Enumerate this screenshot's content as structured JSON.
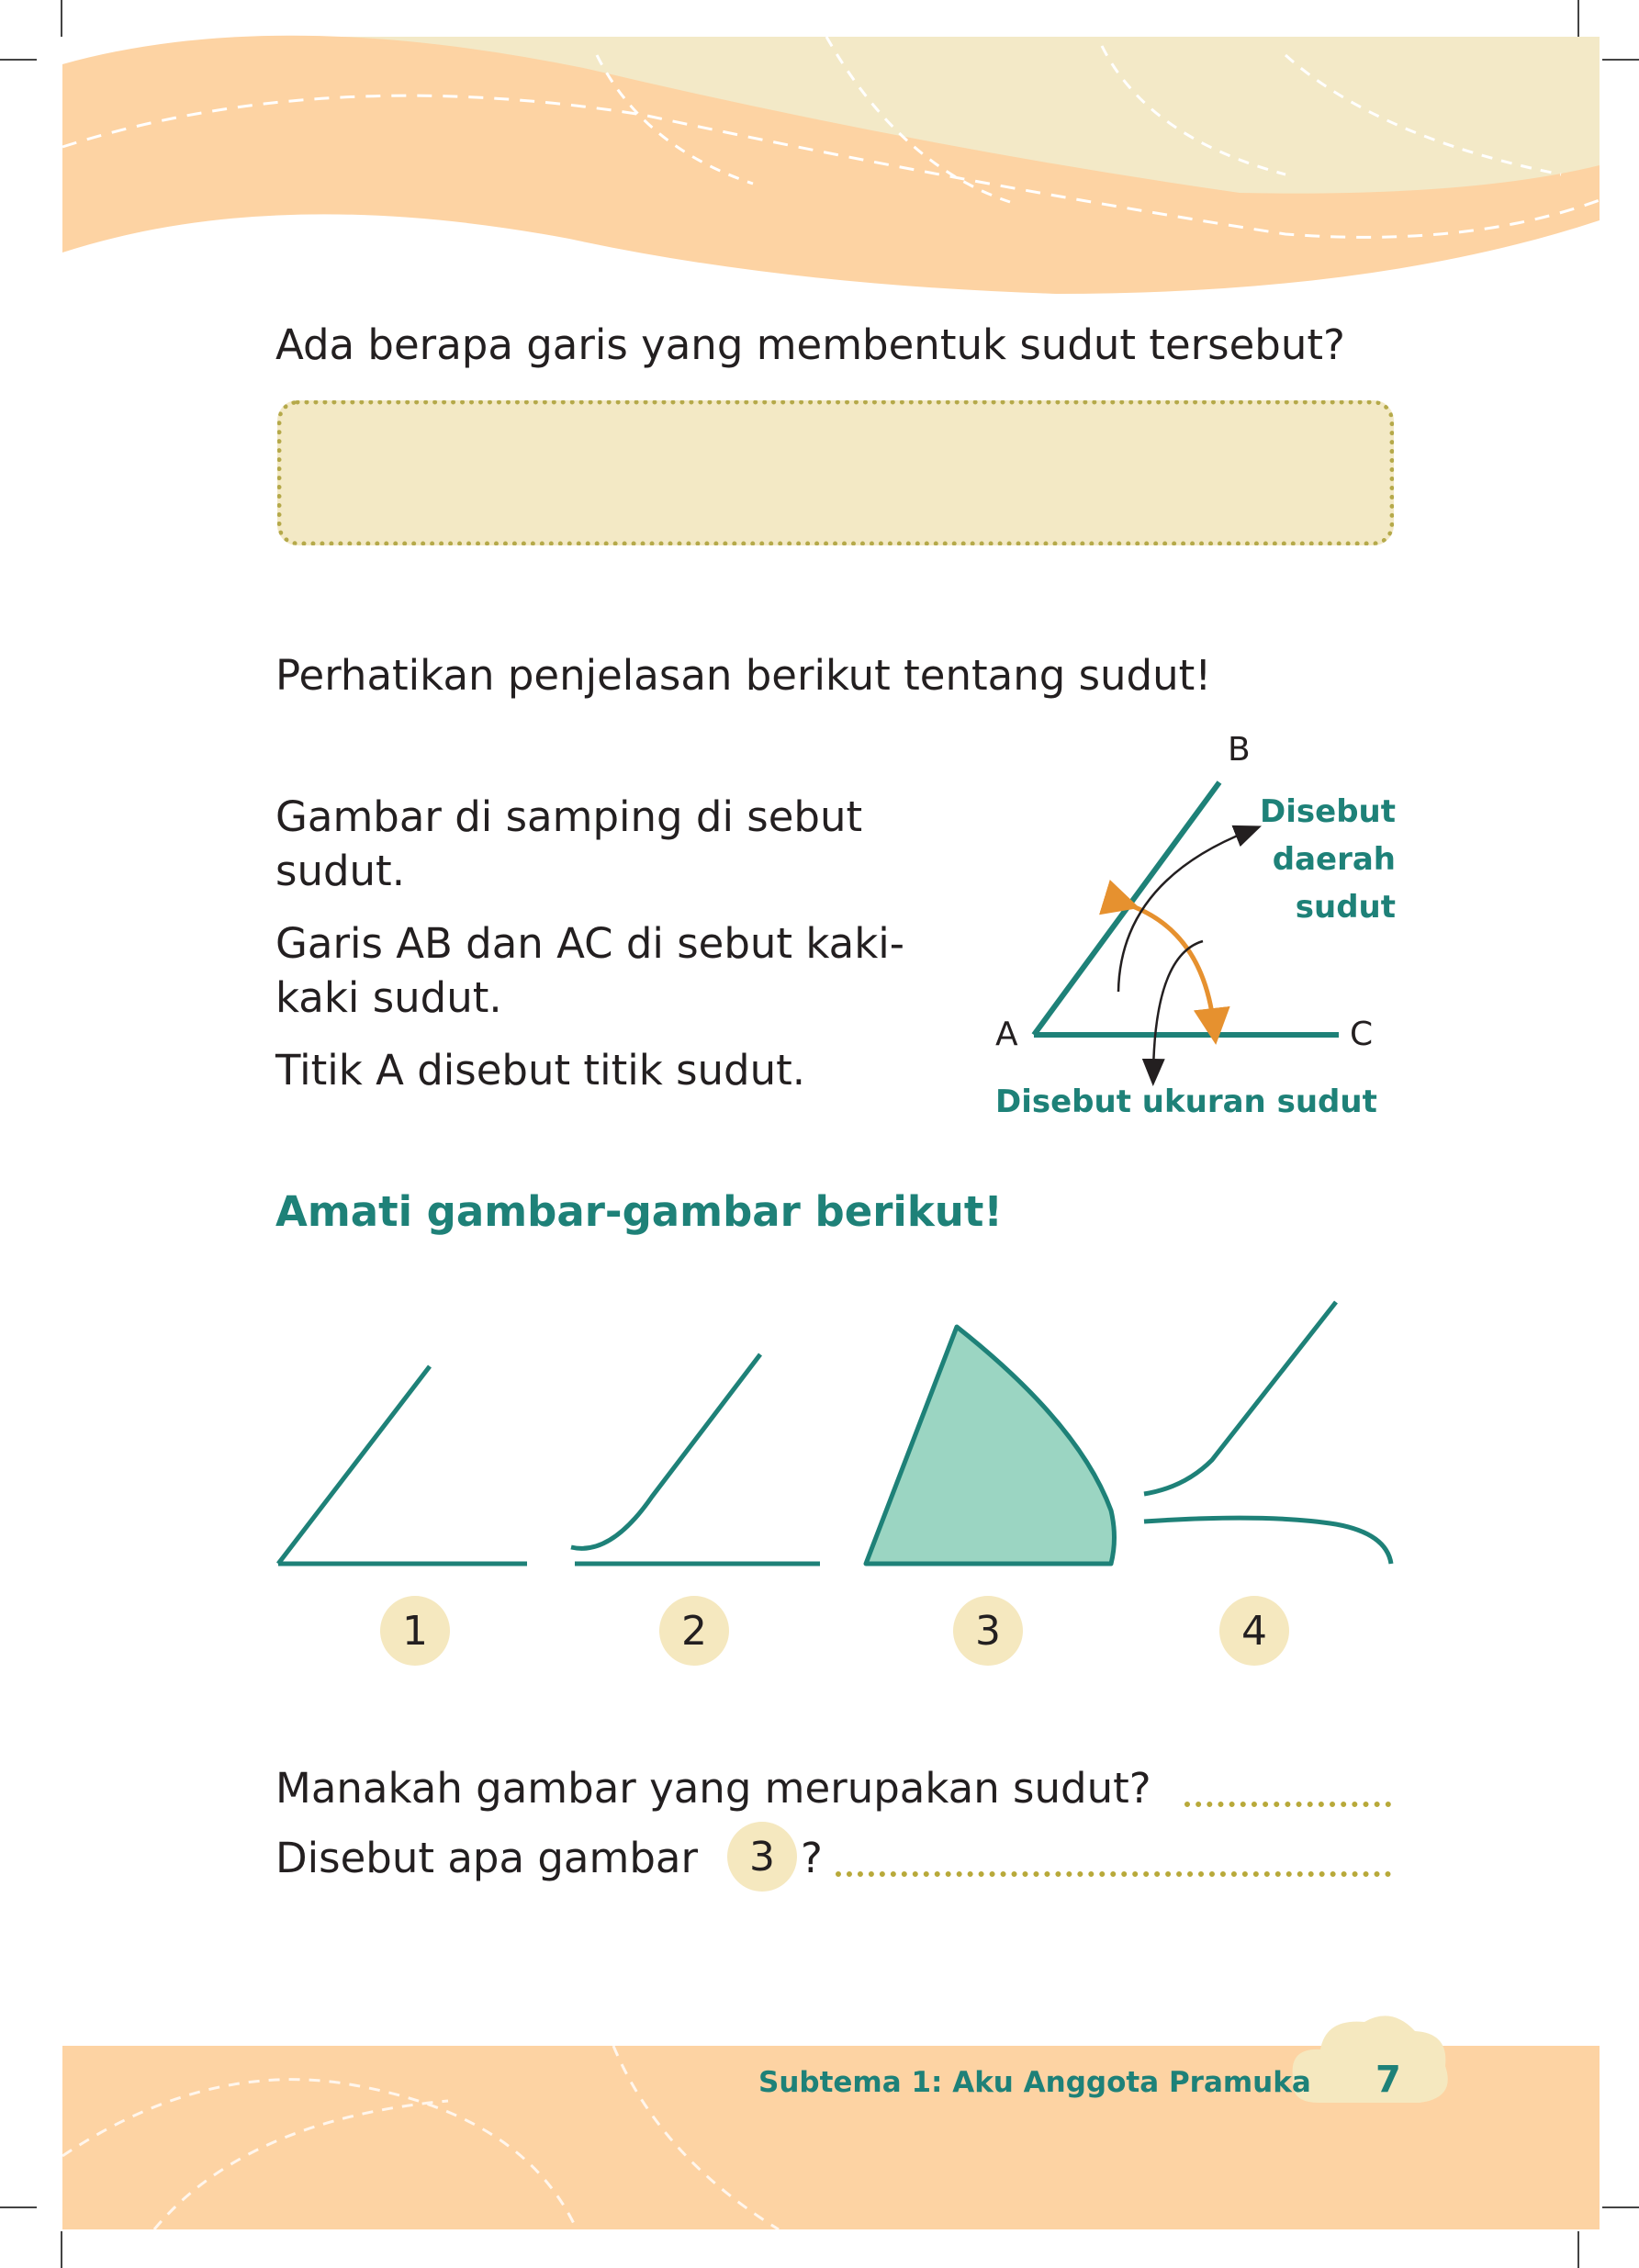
{
  "question_lines": "Ada berapa garis yang membentuk sudut tersebut?",
  "instruction": "Perhatikan penjelasan berikut tentang sudut!",
  "explanation": {
    "p1": "Gambar di samping di sebut sudut.",
    "p2": "Garis AB dan AC di sebut kaki-kaki sudut.",
    "p3": "Titik A disebut titik sudut."
  },
  "diagram": {
    "label_a": "A",
    "label_b": "B",
    "label_c": "C",
    "note_region": [
      "Disebut",
      "daerah",
      "sudut"
    ],
    "note_measure": "Disebut ukuran sudut"
  },
  "observe_heading": "Amati gambar-gambar berikut!",
  "figure_numbers": [
    "1",
    "2",
    "3",
    "4"
  ],
  "question_which": "Manakah gambar yang merupakan sudut?",
  "question_name_prefix": "Disebut apa gambar",
  "question_name_badge": "3",
  "question_name_suffix": "?",
  "footer": {
    "subtheme": "Subtema 1: Aku Anggota Pramuka",
    "page_number": "7"
  },
  "colors": {
    "accent": "#1e8178",
    "shape_fill": "#9bd5c2",
    "answer_box": "#f3e9c5",
    "badge": "#f5e8bf",
    "band": "#fdd3a3",
    "arrow": "#e6912f"
  }
}
